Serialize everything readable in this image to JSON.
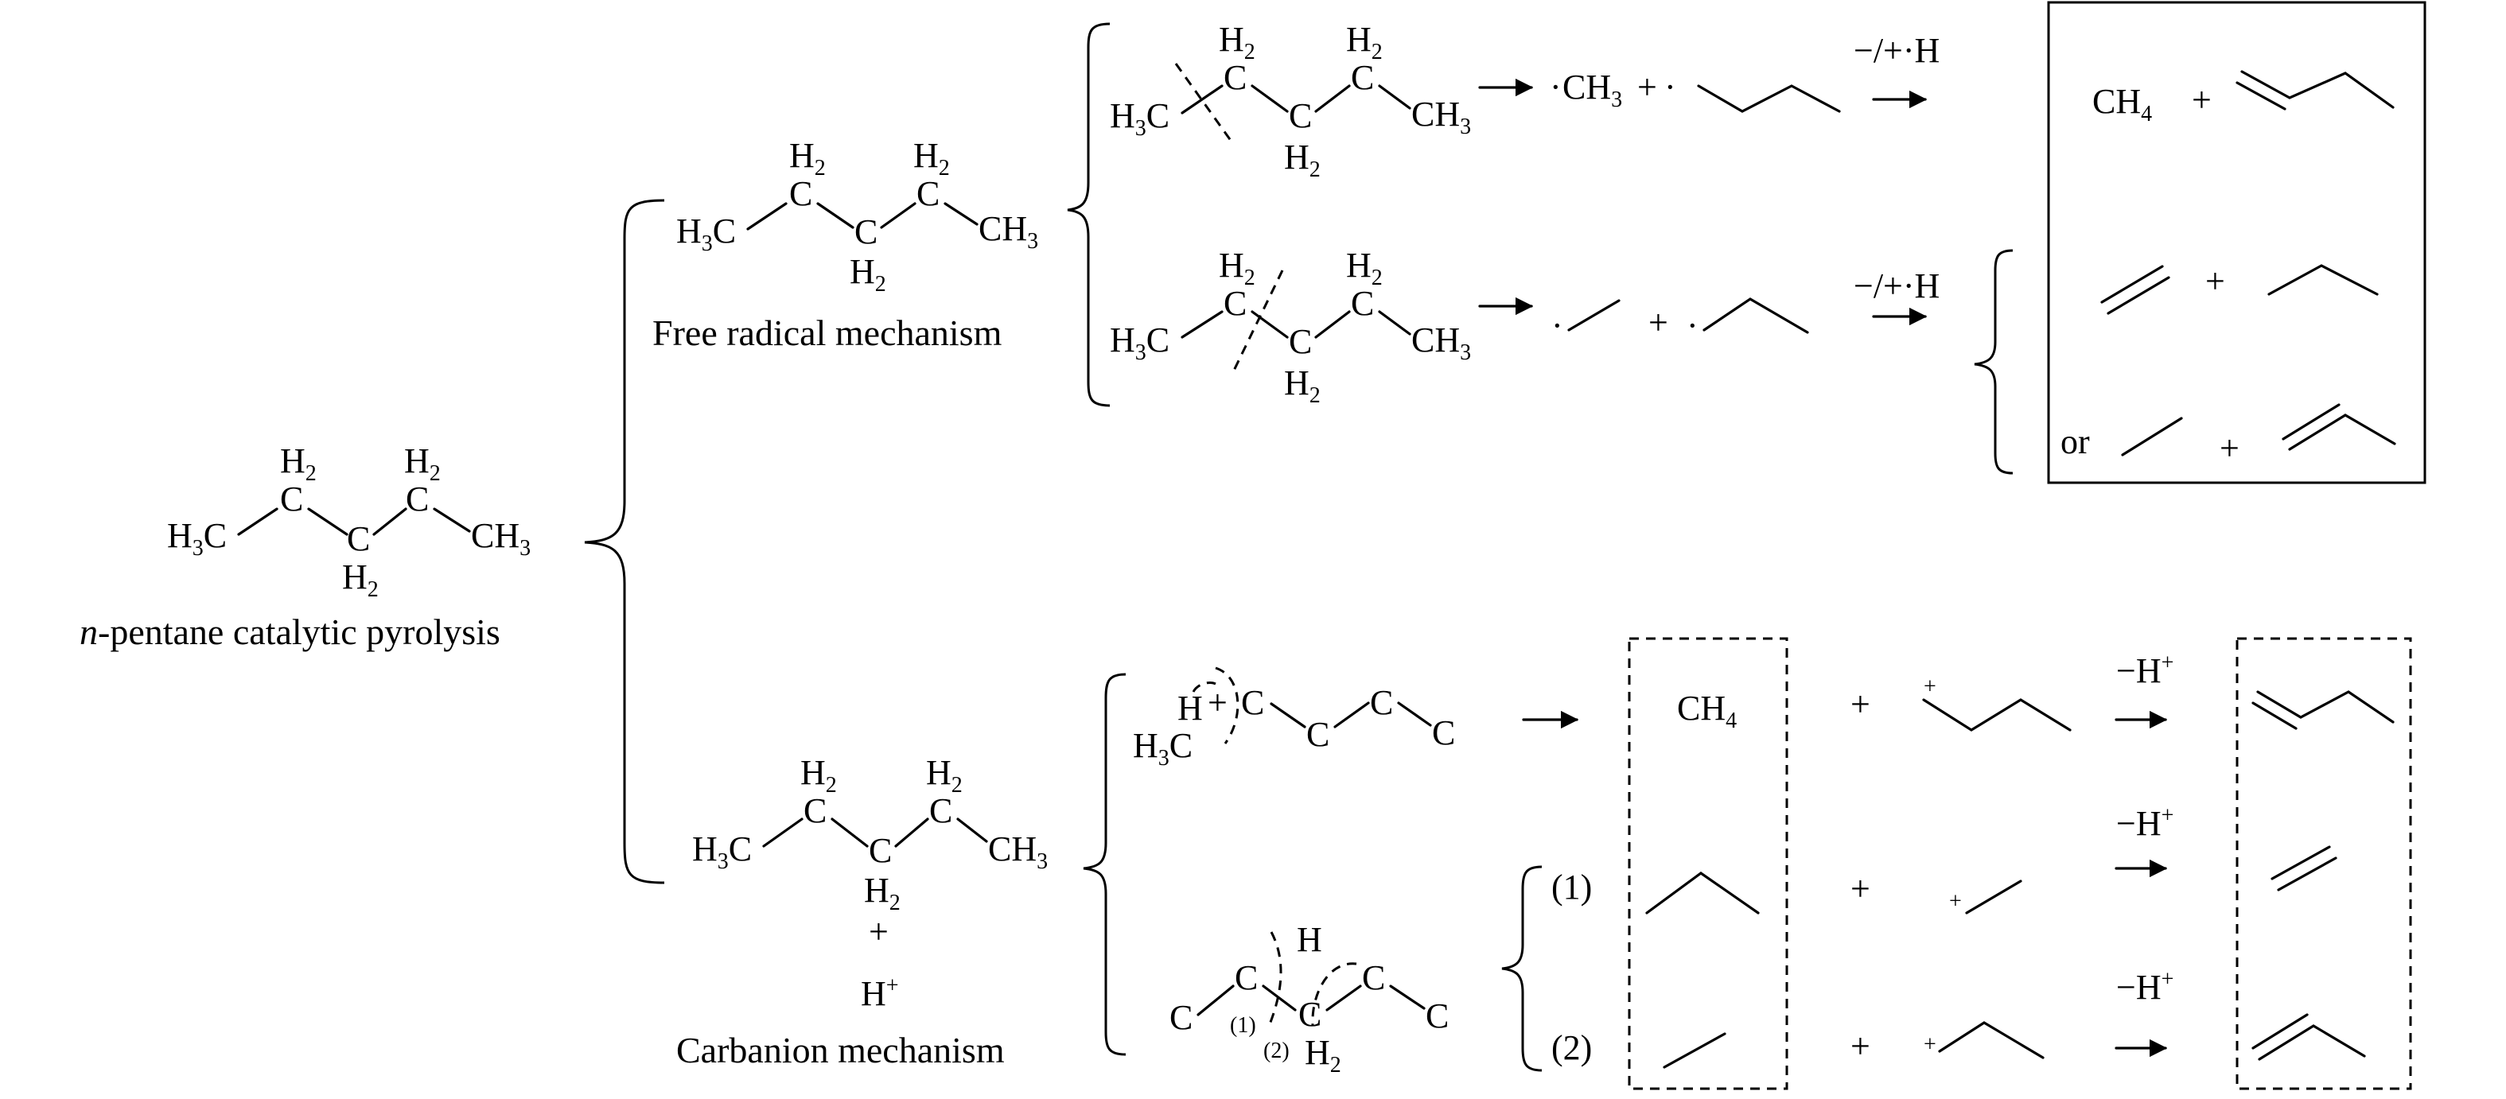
{
  "figure": {
    "root_label_italic": "n",
    "root_label_rest": "-pentane catalytic pyrolysis",
    "free_radical_label": "Free radical mechanism",
    "carbanion_label": "Carbanion mechanism",
    "atoms": {
      "h3c": "H",
      "h3c_sub": "3",
      "h3c_c": "C",
      "ch3_c": "CH",
      "ch3_sub": "3",
      "h2": "H",
      "h2_sub": "2",
      "c": "C",
      "ch4": "CH",
      "ch4_sub": "4",
      "h": "H",
      "plus": "+",
      "plus_small": "+",
      "h_plus": "H",
      "h_plus_sup": "+",
      "or": "or",
      "minus_plus_h": "−/+",
      "dot": "·",
      "minus_h": "−H",
      "label_1": "(1)",
      "label_2": "(2)"
    }
  }
}
